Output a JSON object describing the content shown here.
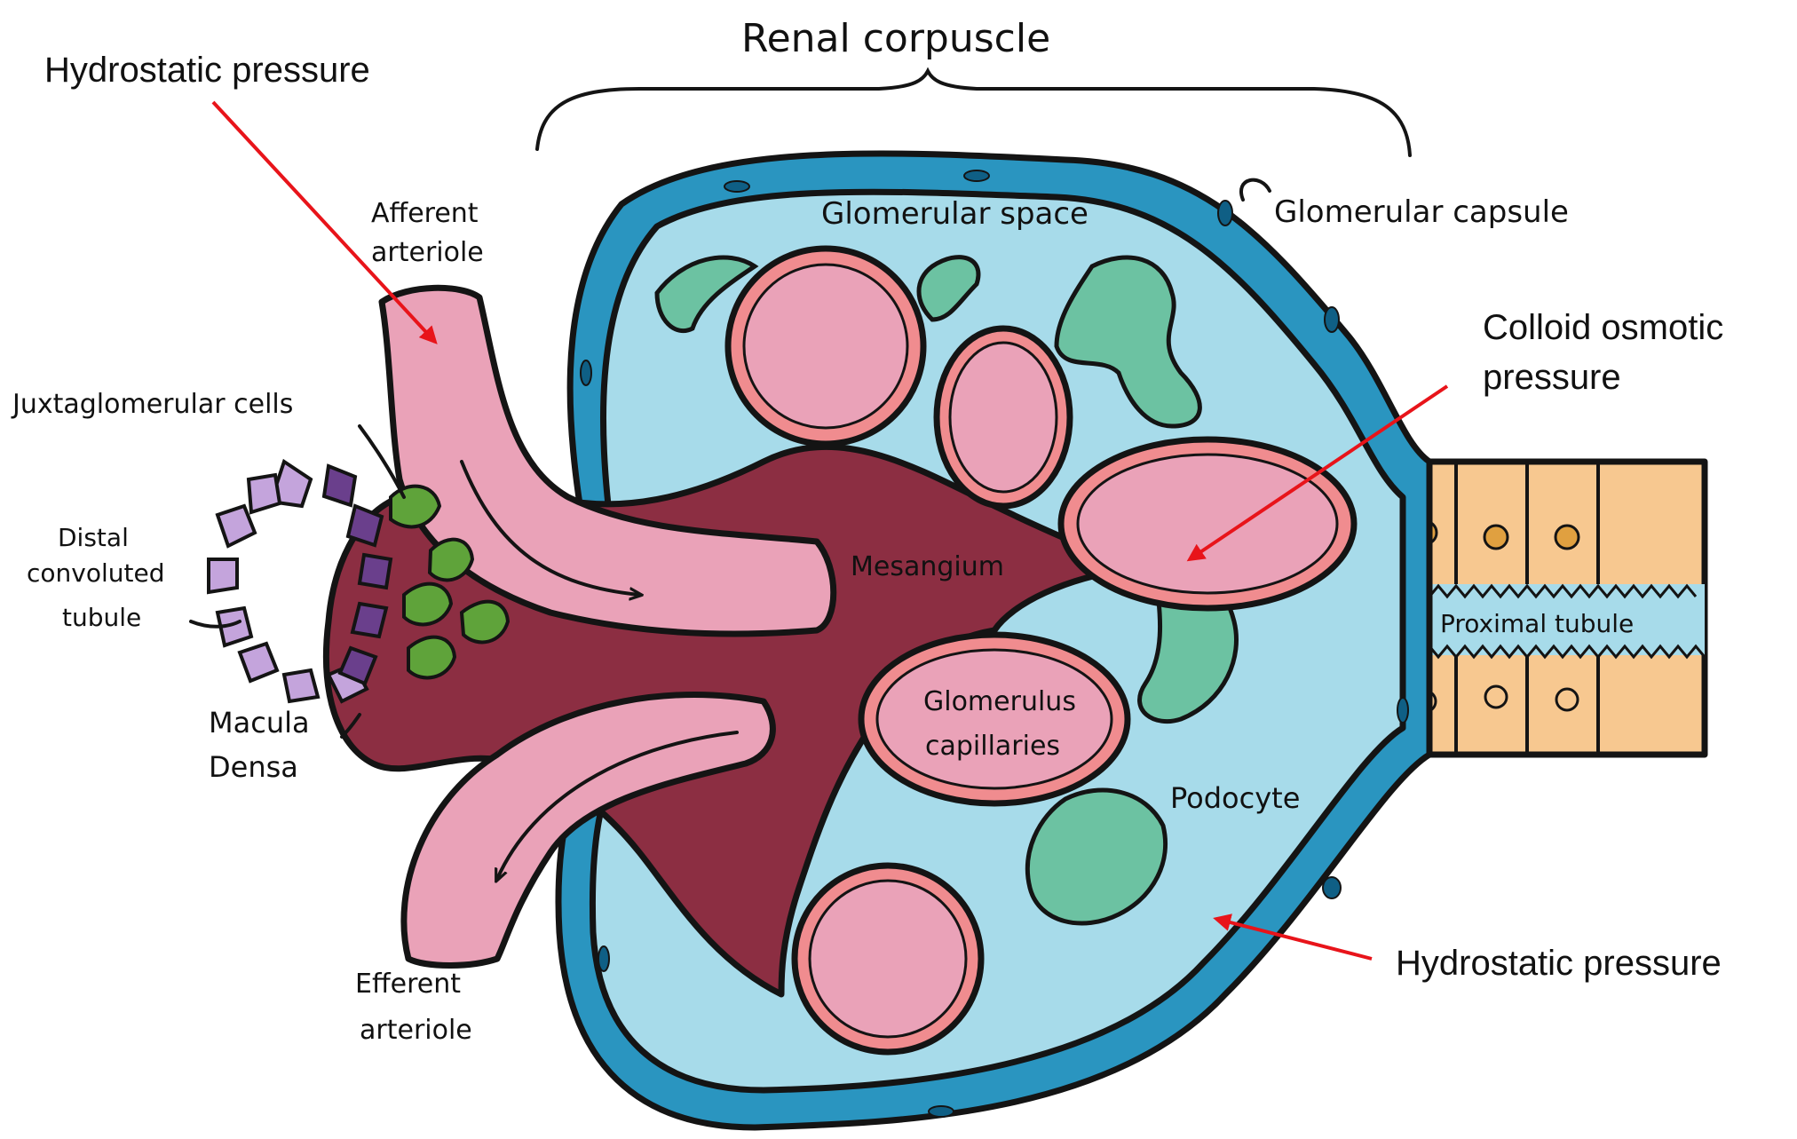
{
  "title": "Renal corpuscle",
  "labels": {
    "glomerular_space": "Glomerular space",
    "glomerular_capsule": "Glomerular capsule",
    "afferent_line1": "Afferent",
    "afferent_line2": "arteriole",
    "juxtaglomerular": "Juxtaglomerular cells",
    "distal_line1": "Distal",
    "distal_line2": "convoluted",
    "distal_line3": "tubule",
    "macula_line1": "Macula",
    "macula_line2": "Densa",
    "efferent_line1": "Efferent",
    "efferent_line2": "arteriole",
    "mesangium": "Mesangium",
    "glomerulus_line1": "Glomerulus",
    "glomerulus_line2": "capillaries",
    "podocyte": "Podocyte",
    "proximal_tubule": "Proximal tubule"
  },
  "annotations": {
    "hydrostatic_top": "Hydrostatic pressure",
    "colloid_line1": "Colloid osmotic",
    "colloid_line2": "pressure",
    "hydrostatic_bottom": "Hydrostatic pressure"
  },
  "colors": {
    "capsule_blue": "#2a95c0",
    "space_blue": "#a7dbea",
    "capillary_pink": "#eaa2b8",
    "capillary_rim": "#f08c8f",
    "mesangium": "#8c2e42",
    "podocyte_green": "#6cc2a2",
    "jg_green": "#5fa33a",
    "dct_purple_light": "#c4a4dc",
    "dct_purple_dark": "#6a3f8c",
    "tubule_orange": "#f7c890",
    "arrow_red": "#e8141a"
  }
}
